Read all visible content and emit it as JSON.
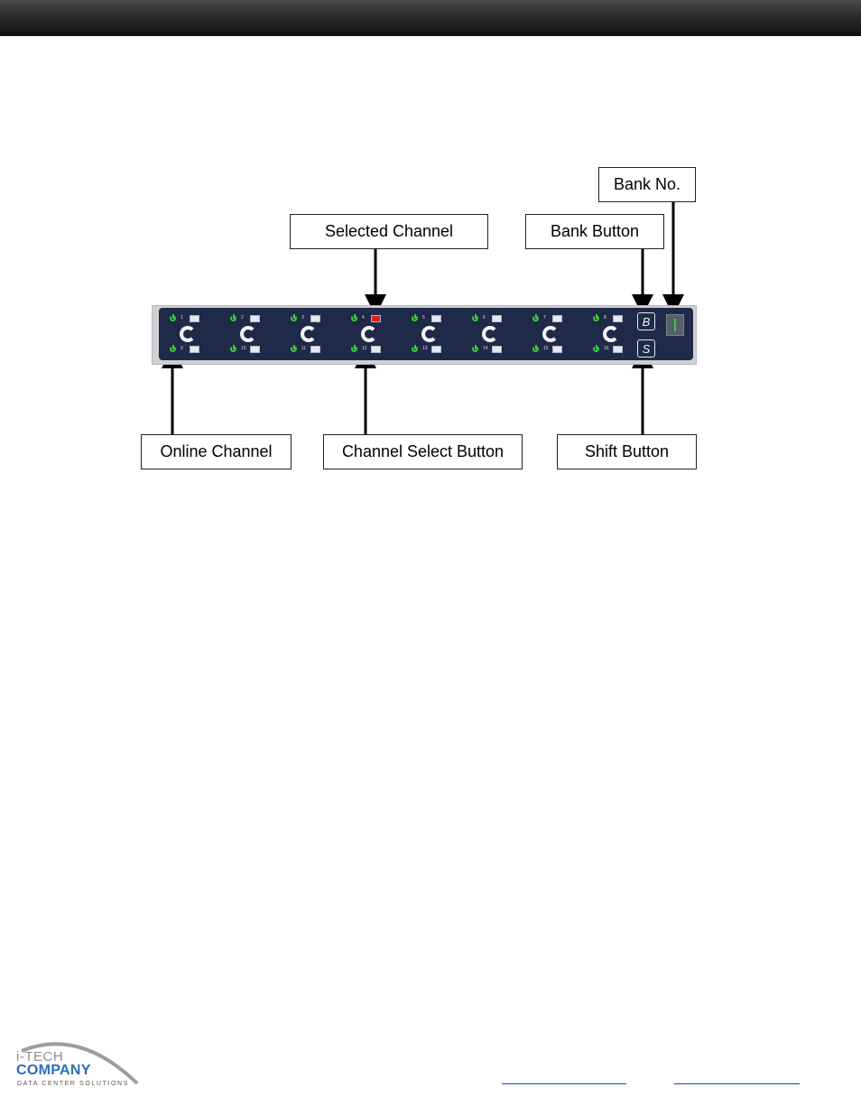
{
  "callouts": {
    "bank_no": "Bank No.",
    "selected_channel": "Selected Channel",
    "bank_button": "Bank Button",
    "online_channel": "Online Channel",
    "channel_select_button": "Channel Select Button",
    "shift_button": "Shift Button"
  },
  "panel": {
    "channels_top": [
      "1",
      "2",
      "3",
      "4",
      "5",
      "6",
      "7",
      "8"
    ],
    "channels_bottom": [
      "9",
      "10",
      "11",
      "12",
      "13",
      "14",
      "15",
      "16"
    ],
    "selected_channel": "4",
    "bank_button_label": "B",
    "shift_button_label": "S",
    "led_color": "#3ec83e",
    "selected_color": "#d62020",
    "panel_color": "#1f2a48"
  },
  "logo": {
    "line1": "i-TECH",
    "line2": "COMPANY",
    "tagline": "DATA CENTER SOLUTIONS"
  },
  "footer": {
    "link1_icon": "hyperlink-underline",
    "link2_icon": "hyperlink-underline"
  }
}
